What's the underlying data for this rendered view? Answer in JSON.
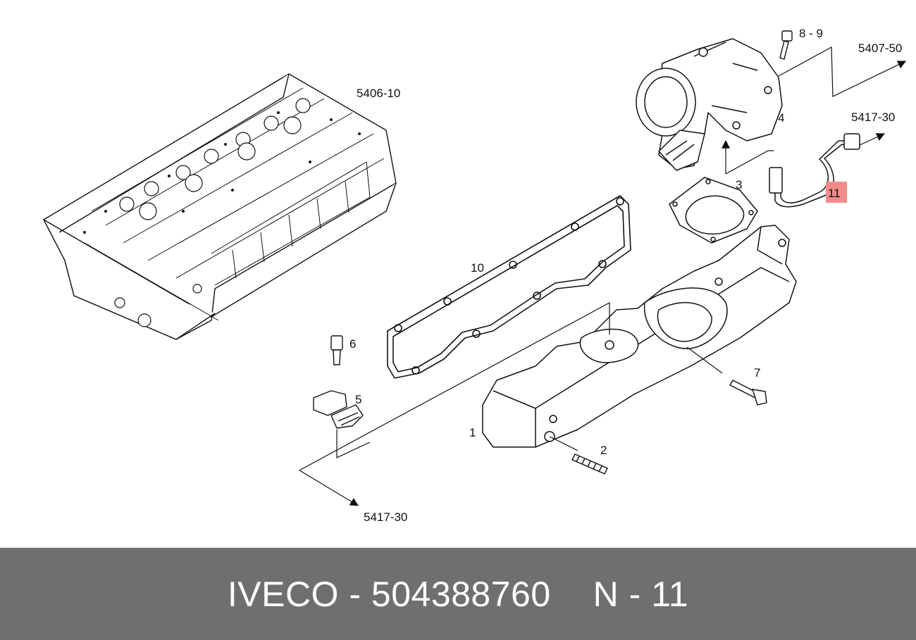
{
  "diagram": {
    "refs": {
      "head": "5406-10",
      "outlet_top": "5407-50",
      "outlet_right": "5417-30",
      "outlet_bottom": "5417-30"
    },
    "parts": {
      "p1": "1",
      "p2": "2",
      "p3": "3",
      "p4": "4",
      "p5": "5",
      "p6": "6",
      "p7": "7",
      "p89": "8 - 9",
      "p10": "10",
      "p11": "11"
    },
    "highlight_color": "#f28b8b"
  },
  "footer": {
    "brand": "IVECO",
    "sep1": " - ",
    "part_number": "504388760",
    "position_label": "N - 11"
  }
}
